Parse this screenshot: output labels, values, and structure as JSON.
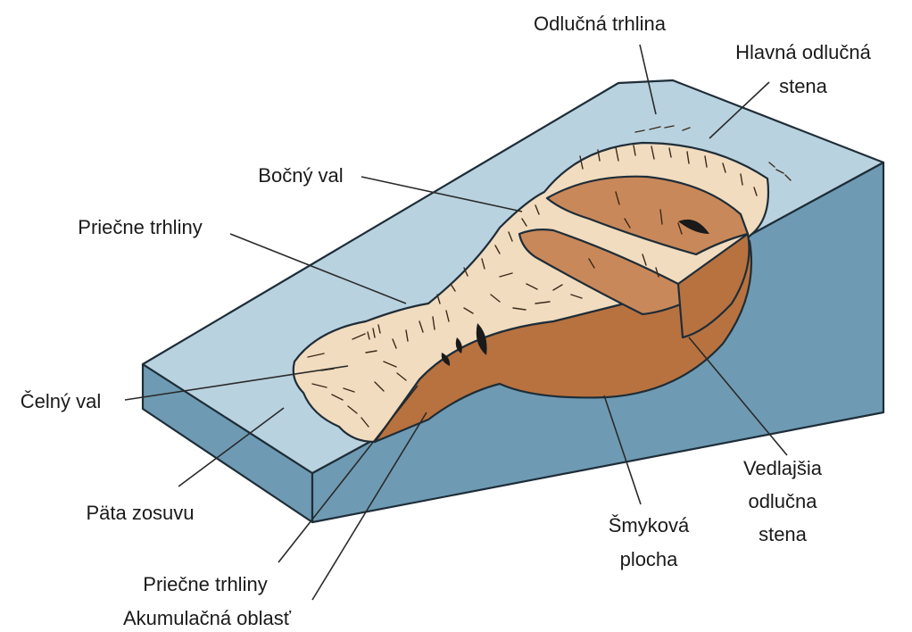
{
  "labels": {
    "odlucna_trhlina": "Odlučná trhlina",
    "hlavna_odlucna_stena_1": "Hlavná odlučná",
    "hlavna_odlucna_stena_2": "stena",
    "bocny_val": "Bočný val",
    "priecne_trhliny_top": "Priečne trhliny",
    "celny_val": "Čelný val",
    "pata_zosuvu": "Päta zosuvu",
    "priecne_trhliny_bottom": "Priečne trhliny",
    "akumulacna_oblast": "Akumulačná oblasť",
    "smykova_plocha_1": "Šmyková",
    "smykova_plocha_2": "plocha",
    "vedlajsia_stena_1": "Vedlajšia",
    "vedlajsia_stena_2": "odlučna",
    "vedlajsia_stena_3": "stena"
  },
  "colors": {
    "terrain_top": "#b9d2df",
    "terrain_front": "#6e9bb3",
    "terrain_right": "#6e9bb3",
    "terrain_edge": "#1e2d38",
    "landslide_light": "#f1dcbf",
    "landslide_mid": "#c9885a",
    "landslide_dark": "#b8723f",
    "crack": "#1a1a1a"
  }
}
